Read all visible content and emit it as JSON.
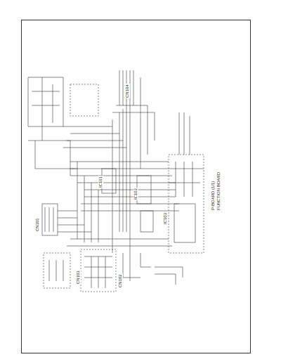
{
  "diagram": {
    "labels": [
      "P-BOARD (1/1)",
      "FUNCTION BOARD",
      "IC101",
      "IC102",
      "IC103",
      "CN101",
      "CN102",
      "CN103",
      "CN104"
    ]
  }
}
